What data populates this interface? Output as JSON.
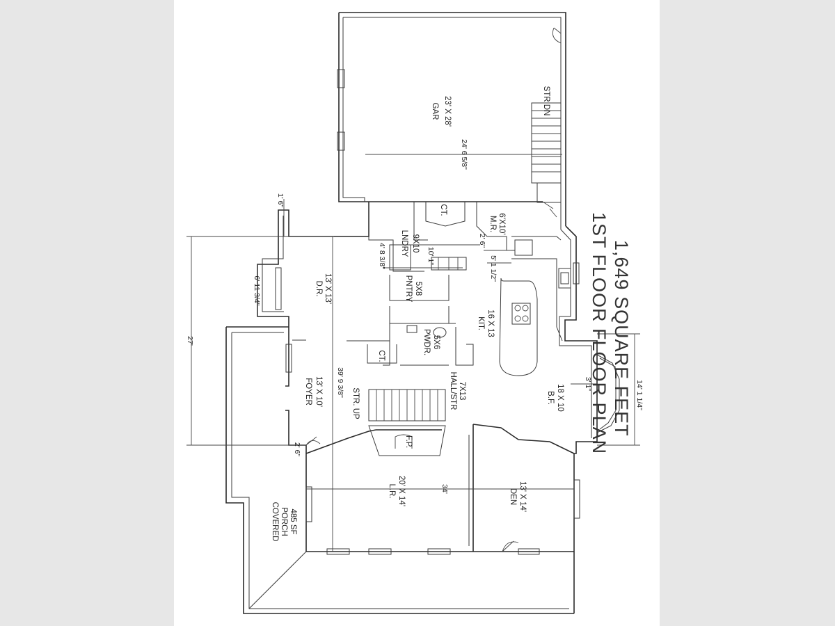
{
  "plan": {
    "title": "1ST FLOOR FLOOR PLAN",
    "subtitle": "1,649 SQUARE FEET"
  },
  "rooms": {
    "gar_name": "GAR",
    "gar_size": "23' X 28'",
    "str_dn": "STR DN",
    "ct_upper": "CT.",
    "mr_name": "M.R.",
    "mr_size": "6'X10'",
    "lndry_name": "LNDRY",
    "lndry_size": "9X10",
    "pntry_name": "PNTRY",
    "pntry_size": "5X8",
    "dr_name": "D.R.",
    "dr_size": "13' X 13'",
    "kit_name": "KIT.",
    "kit_size": "16 X 13",
    "pwdr_name": "PWDR.",
    "pwdr_size": "5X6",
    "ct_lower": "CT.",
    "foyer_name": "FOYER",
    "foyer_size": "13' X 10'",
    "str_up": "STR. UP",
    "hall_name": "HALL/STR",
    "hall_size": "7X13",
    "bf_name": "B.F.",
    "bf_size": "18 X 10",
    "fp": "F.P.",
    "lr_name": "L.R.",
    "lr_size": "20' X 14'",
    "den_name": "DEN",
    "den_size": "13' X 14'",
    "porch_name1": "COVERED",
    "porch_name2": "PORCH",
    "porch_size": "485 SF"
  },
  "dimensions": {
    "d_24_6": "24' 6 5/8\"",
    "d_1_6": "1' 6\"",
    "d_27": "27'",
    "d_6_11": "6' 11 3/4\"",
    "d_4_8": "4' 8 3/8\"",
    "d_10_1": "10' 1\"",
    "d_2_6": "2' 6\"",
    "d_5_1": "5' 1 1/2\"",
    "d_39_9": "39' 9 3/8\"",
    "d_3_1": "3' 1\"",
    "d_14_1": "14' 1 1/4\"",
    "d_2_6b": "2' 6\"",
    "d_34": "34'"
  },
  "colors": {
    "background": "#e7e7e7",
    "sheet": "#ffffff",
    "line": "#2a2a2a"
  }
}
